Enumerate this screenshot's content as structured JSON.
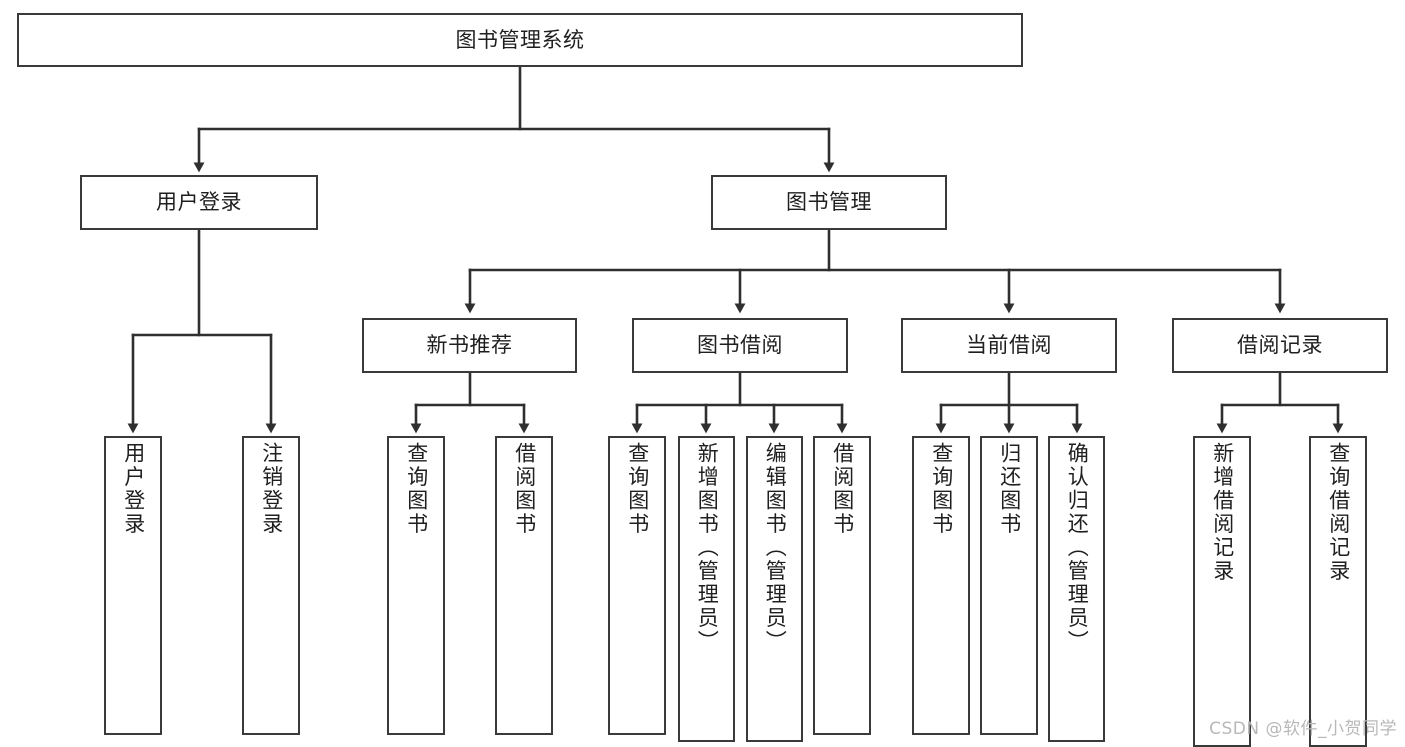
{
  "diagram": {
    "type": "tree",
    "title": "图书管理系统",
    "watermark": "CSDN @软件_小贺同学",
    "colors": {
      "box_border": "#3a3a3a",
      "box_fill": "#ffffff",
      "connector": "#2f2f2f",
      "text": "#1f1f1f",
      "watermark": "#b8b8b8",
      "background": "#ffffff"
    },
    "root": {
      "label": "图书管理系统"
    },
    "level2": [
      {
        "label": "用户登录"
      },
      {
        "label": "图书管理"
      }
    ],
    "level3": [
      {
        "label": "新书推荐"
      },
      {
        "label": "图书借阅"
      },
      {
        "label": "当前借阅"
      },
      {
        "label": "借阅记录"
      }
    ],
    "leaves": {
      "user_login": [
        {
          "label": "用户登录"
        },
        {
          "label": "注销登录"
        }
      ],
      "new_book": [
        {
          "label": "查询图书"
        },
        {
          "label": "借阅图书"
        }
      ],
      "book_borrow": [
        {
          "label": "查询图书"
        },
        {
          "label": "新增图书（管理员）"
        },
        {
          "label": "编辑图书（管理员）"
        },
        {
          "label": "借阅图书"
        }
      ],
      "current_borrow": [
        {
          "label": "查询图书"
        },
        {
          "label": "归还图书"
        },
        {
          "label": "确认归还（管理员）"
        }
      ],
      "borrow_record": [
        {
          "label": "新增借阅记录"
        },
        {
          "label": "查询借阅记录"
        }
      ]
    }
  }
}
